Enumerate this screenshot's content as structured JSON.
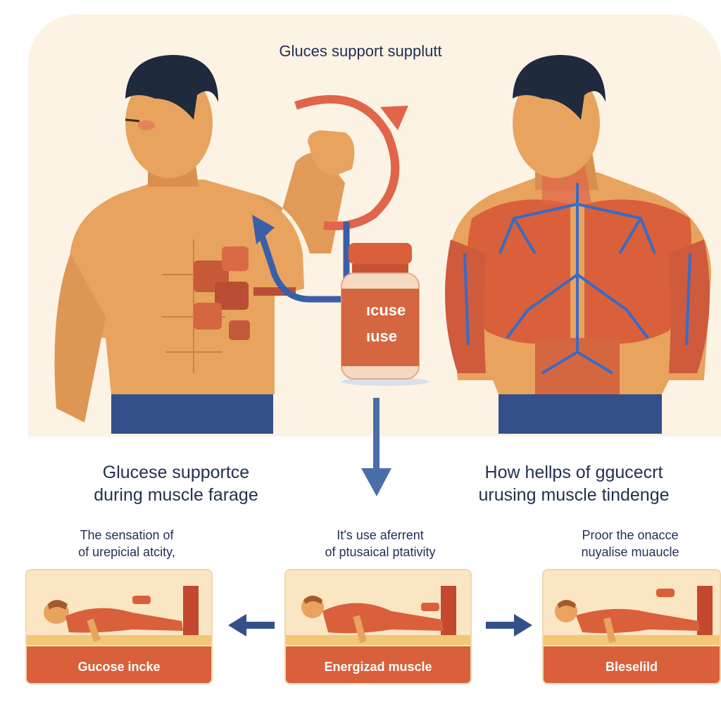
{
  "title": "Gluces support supplutt",
  "jar_label": {
    "line1": "ıcuse",
    "line2": "ıuse"
  },
  "captions": {
    "left_line1": "Glucese supportce",
    "left_line2": "during muscle farage",
    "right_line1": "How hellps of ggucecrt",
    "right_line2": "urusing muscle tindenge"
  },
  "sub_captions": [
    {
      "line1": "The sensation of",
      "line2": "of urepicial atcity,"
    },
    {
      "line1": "It's use aferrent",
      "line2": "of ptusaical ptativity"
    },
    {
      "line1": "Proor the onacce",
      "line2": "nuyalise muaucle"
    }
  ],
  "panels": [
    {
      "label": "Gucose incke"
    },
    {
      "label": "Energizad muscle"
    },
    {
      "label": "Bleselild"
    }
  ],
  "colors": {
    "skin": "#e8a35e",
    "muscle": "#d9603b",
    "vein": "#3a6bc4",
    "arrow_blue": "#4a6fa8",
    "arrow_red": "#e0654a",
    "shorts": "#34508a",
    "hair": "#1f2a3d"
  }
}
